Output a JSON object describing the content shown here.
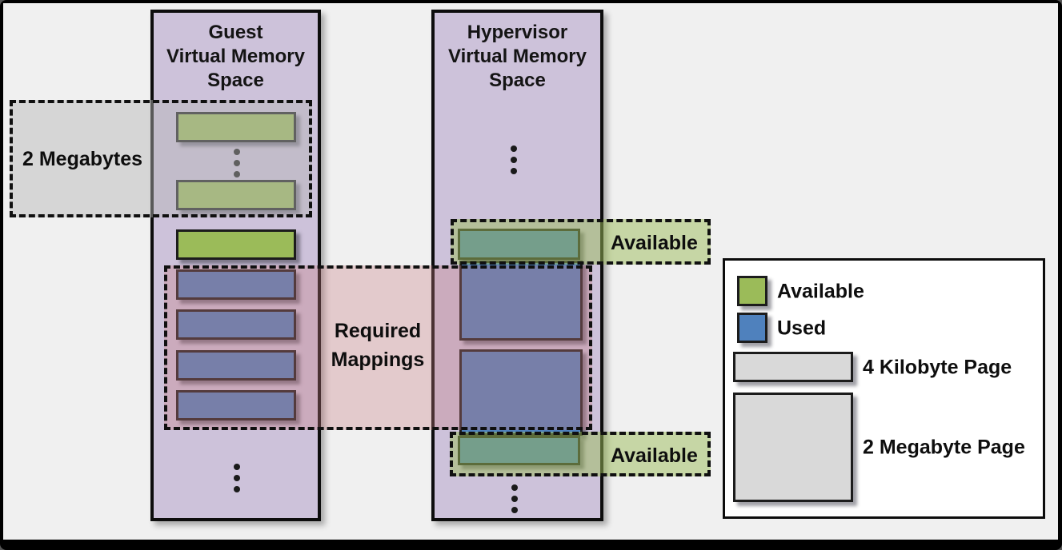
{
  "columns": {
    "guest": {
      "title_lines": [
        "Guest",
        "Virtual Memory",
        "Space"
      ]
    },
    "hypervisor": {
      "title_lines": [
        "Hypervisor",
        "Virtual Memory",
        "Space"
      ]
    }
  },
  "annotations": {
    "two_megabytes": "2 Megabytes",
    "required_mappings_lines": [
      "Required",
      "Mappings"
    ],
    "available_top": "Available",
    "available_bottom": "Available"
  },
  "legend": {
    "items": [
      {
        "swatch": "available-green",
        "label": "Available"
      },
      {
        "swatch": "used-blue",
        "label": "Used"
      },
      {
        "swatch": "page-4-kilobyte",
        "label": "4 Kilobyte Page"
      },
      {
        "swatch": "page-2-megabyte",
        "label": "2 Megabyte Page"
      }
    ]
  },
  "colors": {
    "background": "#F0F0F0",
    "frame": "#000000",
    "column_fill": "#CDC2DA",
    "available_green": "#9BBB59",
    "used_blue": "#4F81BD",
    "page_gray": "#D9D9D9",
    "overlay_gray": "rgba(182,182,182,0.45)",
    "overlay_pink": "rgba(199,124,130,0.33)",
    "overlay_green": "rgba(155,187,89,0.50)"
  }
}
